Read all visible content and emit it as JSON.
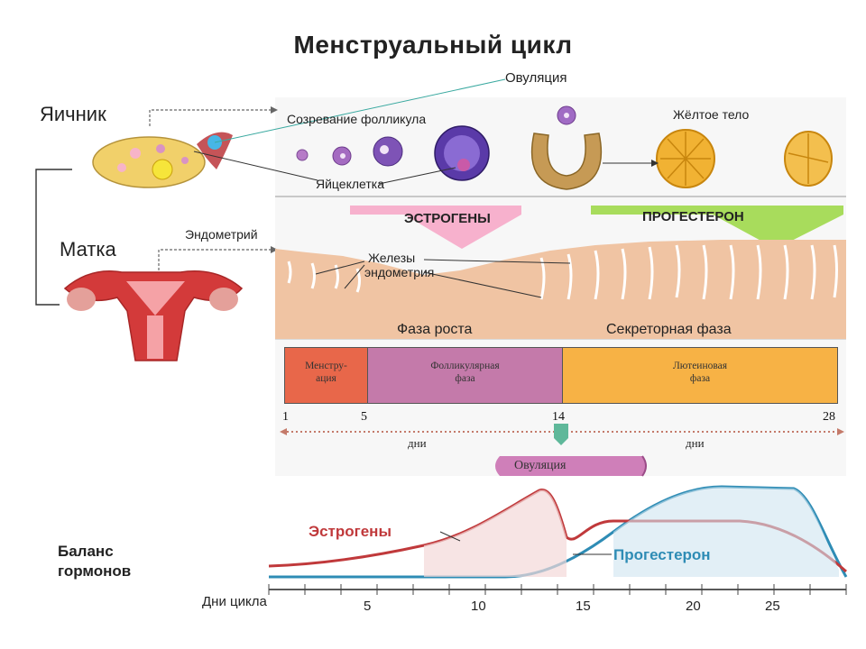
{
  "title": "Менструальный цикл",
  "labels": {
    "ovary": "Яичник",
    "uterus": "Матка",
    "endometrium": "Эндометрий",
    "ovulation_top": "Овуляция",
    "follicle_maturation": "Созревание фолликула",
    "corpus_luteum": "Жёлтое тело",
    "egg_cell": "Яйцеклетка",
    "estrogens_arrow": "ЭСТРОГЕНЫ",
    "progesterone_arrow": "ПРОГЕСТЕРОН",
    "glands_line1": "Железы",
    "glands_line2": "эндометрия",
    "growth_phase": "Фаза роста",
    "secretory_phase": "Секреторная фаза"
  },
  "phases": [
    {
      "line1": "Менстру-",
      "line2": "ация"
    },
    {
      "line1": "Фолликулярная",
      "line2": "фаза"
    },
    {
      "line1": "Лютеиновая",
      "line2": "фаза"
    }
  ],
  "phase_days": [
    "1",
    "5",
    "14",
    "28"
  ],
  "days_label_left": "дни",
  "days_label_right": "дни",
  "ovulation_badge": "Овуляция",
  "hormone_chart": {
    "section_label_line1": "Баланс",
    "section_label_line2": "гормонов",
    "estrogen_label": "Эстрогены",
    "progesterone_label": "Прогестерон",
    "axis_label": "Дни цикла",
    "ticks": [
      "5",
      "10",
      "15",
      "20",
      "25"
    ]
  },
  "colors": {
    "estrogen": "#c0393b",
    "progesterone": "#2e8cb5",
    "menstruation": "#e8674a",
    "follicular": "#c47aaa",
    "luteal": "#f7b245",
    "estrogen_arrow": "#f6a8c8",
    "progesterone_arrow": "#9ed84a"
  }
}
